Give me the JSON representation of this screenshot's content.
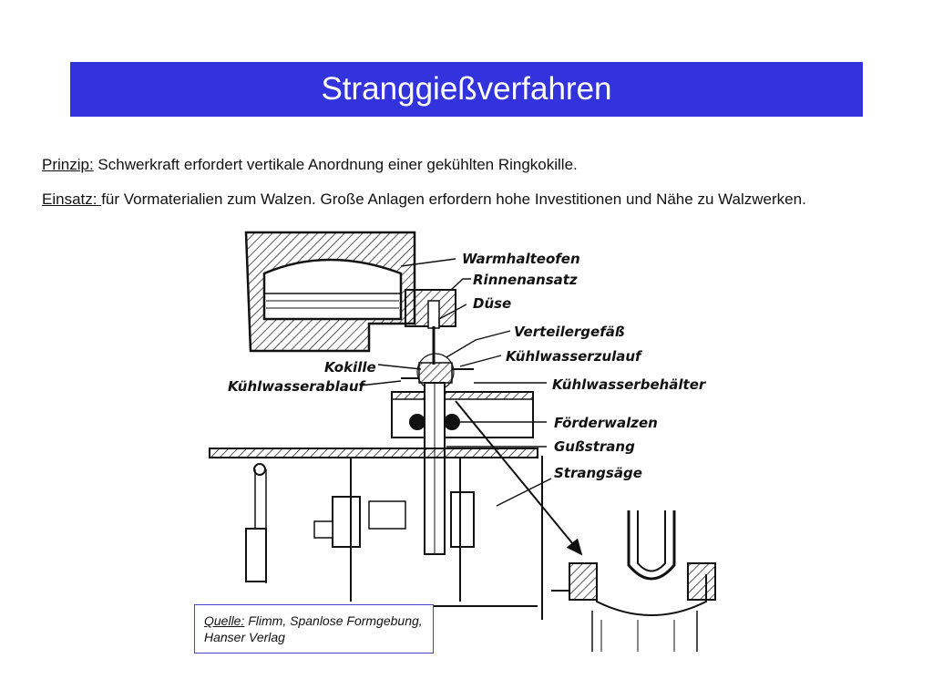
{
  "title": "Stranggießverfahren",
  "principle": {
    "label": "Prinzip:",
    "text": " Schwerkraft erfordert vertikale Anordnung einer gekühlten Ringkokille."
  },
  "use": {
    "label": "Einsatz: ",
    "text": " für Vormaterialien zum Walzen. Große Anlagen erfordern hohe Investitionen und Nähe zu Walzwerken."
  },
  "diagram": {
    "labels": {
      "warmhalteofen": "Warmhalteofen",
      "rinnenansatz": "Rinnenansatz",
      "duese": "Düse",
      "verteilergefaess": "Verteilergefäß",
      "kuehlwasserzulauf": "Kühlwasserzulauf",
      "kokille": "Kokille",
      "kuehlwasserablauf": "Kühlwasserablauf",
      "kuehlwasserbehaelter": "Kühlwasserbehälter",
      "foerderwalzen": "Förderwalzen",
      "gussstrang": "Gußstrang",
      "strangsaege": "Strangsäge"
    }
  },
  "source": {
    "label": "Quelle:",
    "text": " Flimm, Spanlose Formgebung, Hanser Verlag"
  },
  "colors": {
    "title_bg": "#3333dd",
    "source_border": "#4444cc"
  }
}
